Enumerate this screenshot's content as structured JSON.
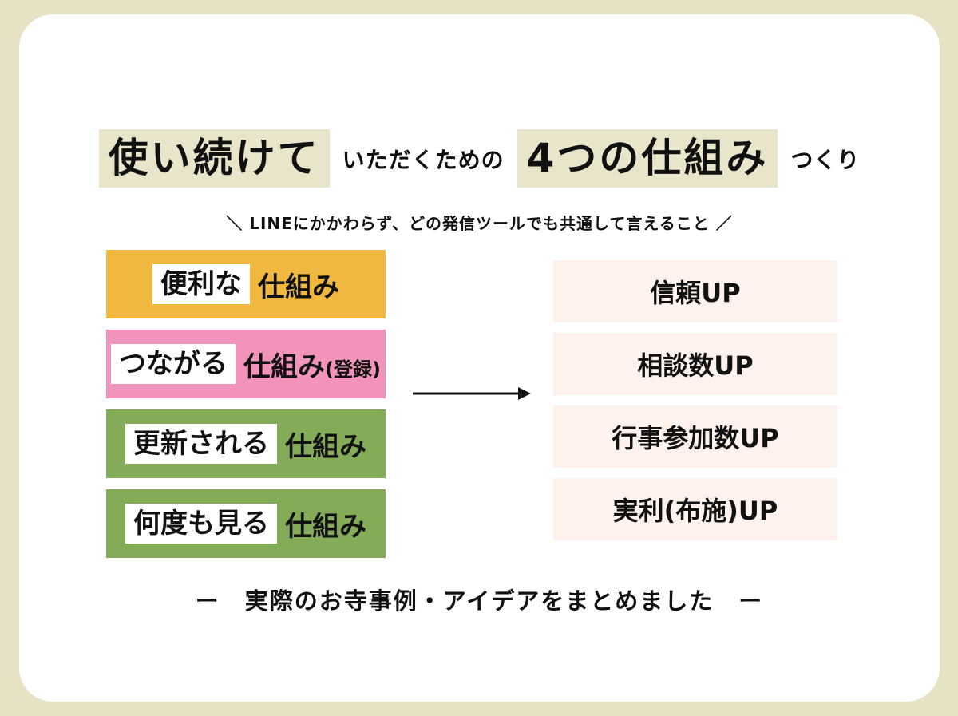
{
  "colors": {
    "page_background": "#E6E2C4",
    "card_background": "#FFFFFF",
    "title_highlight": "#E9E5CB",
    "mechanism_yellow": "#F0B83E",
    "mechanism_pink": "#F293BB",
    "mechanism_green": "#84AB58",
    "outcome_background": "#FDF2EC",
    "text": "#111111"
  },
  "title": {
    "highlight1": "使い続けて",
    "connector": "いただくための",
    "highlight2": "4つの仕組み",
    "suffix": "つくり"
  },
  "subtitle": "＼ LINEにかかわらず、どの発信ツールでも共通して言えること ／",
  "mechanisms": [
    {
      "keyword": "便利な",
      "rest": "仕組み",
      "suffix": "",
      "color": "#F0B83E"
    },
    {
      "keyword": "つながる",
      "rest": "仕組み",
      "suffix": "(登録)",
      "color": "#F293BB"
    },
    {
      "keyword": "更新される",
      "rest": "仕組み",
      "suffix": "",
      "color": "#84AB58"
    },
    {
      "keyword": "何度も見る",
      "rest": "仕組み",
      "suffix": "",
      "color": "#84AB58"
    }
  ],
  "outcomes": [
    "信頼UP",
    "相談数UP",
    "行事参加数UP",
    "実利(布施)UP"
  ],
  "footer": "ー　実際のお寺事例・アイデアをまとめました　ー"
}
